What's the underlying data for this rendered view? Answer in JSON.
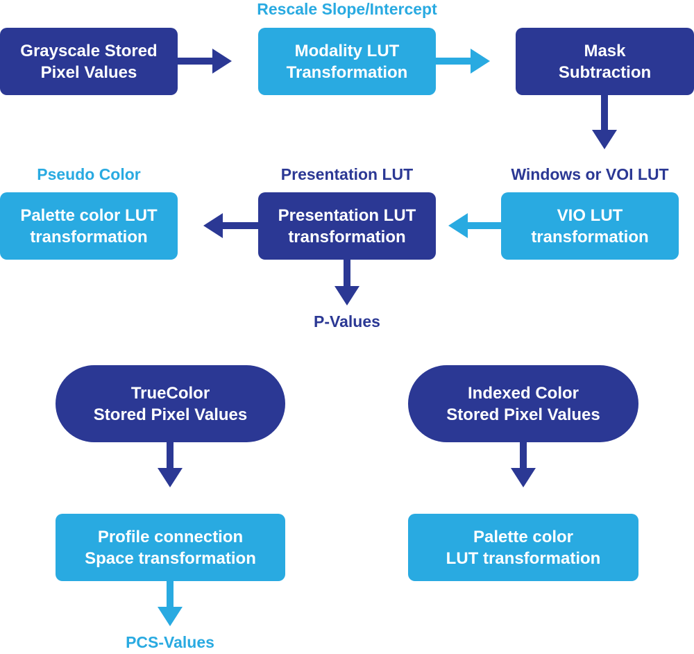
{
  "colors": {
    "dark": "#2b3894",
    "light": "#29aae1"
  },
  "nodes": {
    "grayscale": {
      "line1": "Grayscale Stored",
      "line2": "Pixel Values"
    },
    "modality": {
      "line1": "Modality LUT",
      "line2": "Transformation"
    },
    "mask": {
      "line1": "Mask",
      "line2": "Subtraction"
    },
    "palette_top": {
      "line1": "Palette color LUT",
      "line2": "transformation"
    },
    "presentation": {
      "line1": "Presentation LUT",
      "line2": "transformation"
    },
    "vio": {
      "line1": "VIO LUT",
      "line2": "transformation"
    },
    "truecolor": {
      "line1": "TrueColor",
      "line2": "Stored Pixel Values"
    },
    "indexed": {
      "line1": "Indexed Color",
      "line2": "Stored Pixel Values"
    },
    "profile": {
      "line1": "Profile connection",
      "line2": "Space transformation"
    },
    "palette_bottom": {
      "line1": "Palette color",
      "line2": "LUT transformation"
    }
  },
  "labels": {
    "rescale": "Rescale Slope/Intercept",
    "pseudo_color": "Pseudo Color",
    "presentation_lut": "Presentation LUT",
    "windows_voi": "Windows or VOI LUT",
    "p_values": "P-Values",
    "pcs_values": "PCS-Values"
  }
}
